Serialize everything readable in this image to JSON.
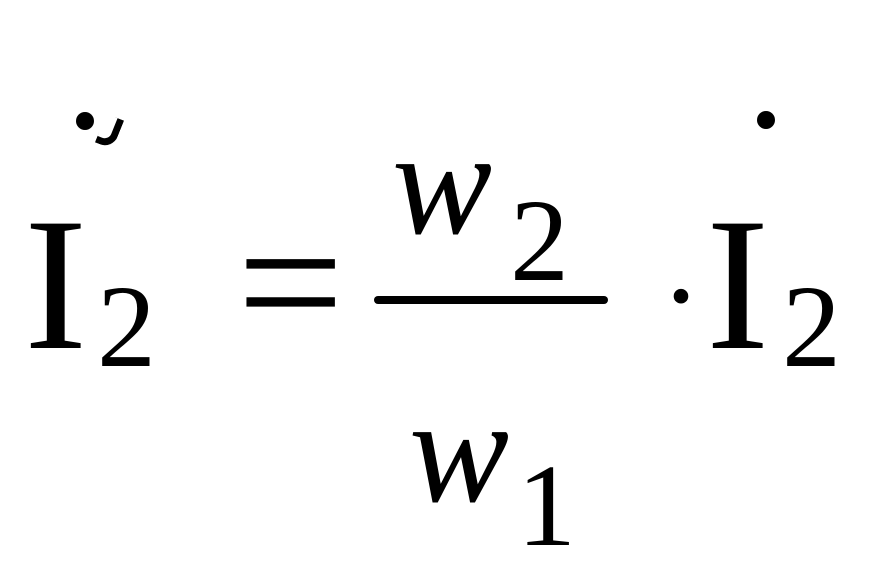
{
  "equation": {
    "lhs": {
      "symbol": "I",
      "subscript": "2"
    },
    "equals_sign": "=",
    "fraction": {
      "numerator": {
        "symbol": "w",
        "subscript": "2"
      },
      "denominator": {
        "symbol": "w",
        "subscript": "1"
      }
    },
    "multiply_dot": "·",
    "rhs": {
      "symbol": "I",
      "subscript": "2"
    }
  }
}
